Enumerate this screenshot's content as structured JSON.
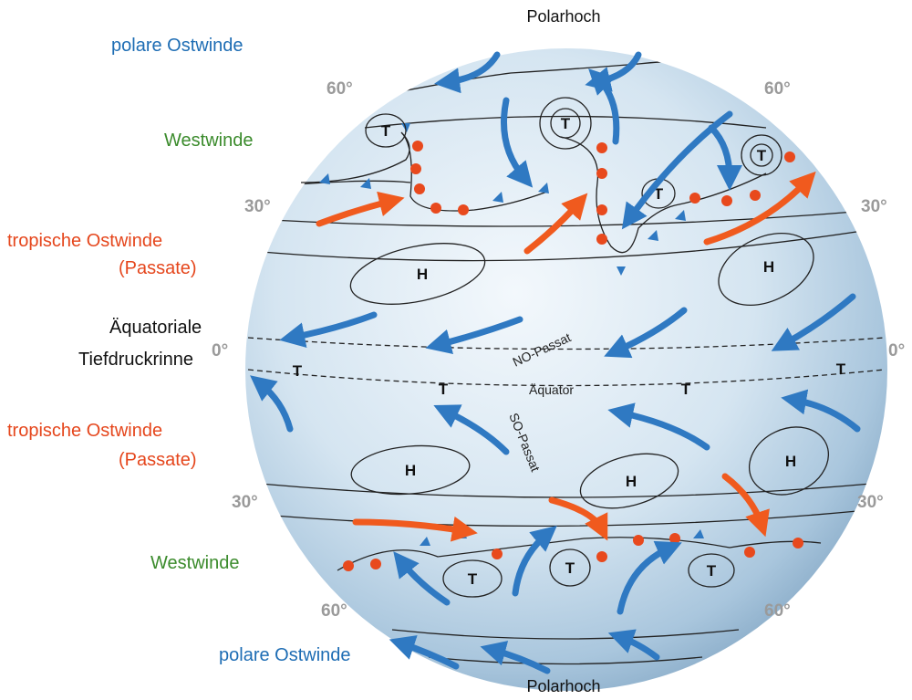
{
  "title_top": "Polarhoch",
  "title_bottom": "Polarhoch",
  "left_labels": {
    "polar_east_n": "polare Ostwinde",
    "westerlies_n": "Westwinde",
    "trade_n_1": "tropische Ostwinde",
    "trade_n_2": "(Passate)",
    "itcz_1": "Äquatoriale",
    "itcz_2": "Tiefdruckrinne",
    "trade_s_1": "tropische Ostwinde",
    "trade_s_2": "(Passate)",
    "westerlies_s": "Westwinde",
    "polar_east_s": "polare Ostwinde"
  },
  "latitudes": {
    "n60": "60°",
    "n30": "30°",
    "eq": "0°",
    "s30": "30°",
    "s60": "60°"
  },
  "globe_labels": {
    "no_passat": "NO-Passat",
    "aequator": "Äquator",
    "so_passat": "SO-Passat"
  },
  "pressure": {
    "low": "T",
    "high": "H"
  },
  "colors": {
    "blue_text": "#1e6db4",
    "green_text": "#3b8b2c",
    "red_text": "#e5461c",
    "gray_text": "#9a9a9a",
    "arrow_blue": "#2f79c2",
    "arrow_orange": "#f05a1e"
  }
}
